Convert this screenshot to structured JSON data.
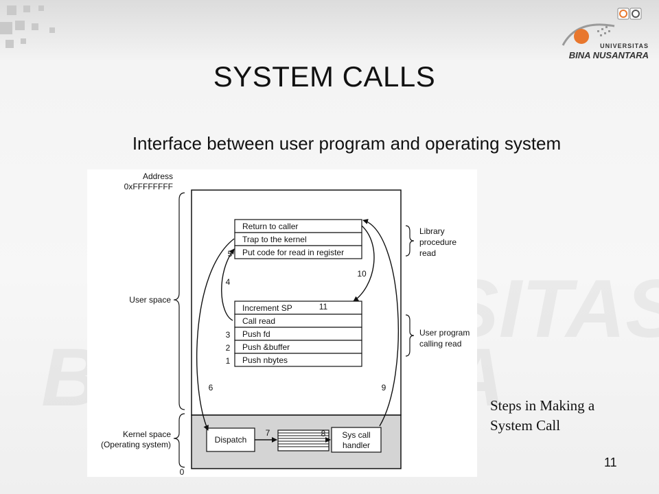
{
  "slide": {
    "title": "SYSTEM CALLS",
    "subtitle": "Interface between user program and operating system",
    "caption_line1": "Steps in Making a",
    "caption_line2": "System Call",
    "page_number": "11"
  },
  "logo": {
    "line1": "UNIVERSITAS",
    "line2": "BINA NUSANTARA"
  },
  "watermark": {
    "line1": "RSITAS",
    "line2": "B          ARA"
  },
  "diagram": {
    "address_label": "Address",
    "address_top": "0xFFFFFFFF",
    "address_bottom": "0",
    "user_space": "User space",
    "kernel_space_line1": "Kernel space",
    "kernel_space_line2": "(Operating system)",
    "library_line1": "Library",
    "library_line2": "procedure",
    "library_line3": "read",
    "user_prog_line1": "User program",
    "user_prog_line2": "calling read",
    "library_rows": [
      "Return to caller",
      "Trap to the kernel",
      "Put code for read in register"
    ],
    "program_rows": [
      "Increment SP",
      "Call read",
      "Push fd",
      "Push &buffer",
      "Push nbytes"
    ],
    "dispatch": "Dispatch",
    "handler_line1": "Sys call",
    "handler_line2": "handler",
    "steps": {
      "s1": "1",
      "s2": "2",
      "s3": "3",
      "s4": "4",
      "s5": "5",
      "s6": "6",
      "s7": "7",
      "s8": "8",
      "s9": "9",
      "s10": "10",
      "s11": "11"
    }
  },
  "colors": {
    "kernel_fill": "#d4d4d4",
    "stroke": "#111111",
    "logo_orange": "#e8772e"
  }
}
